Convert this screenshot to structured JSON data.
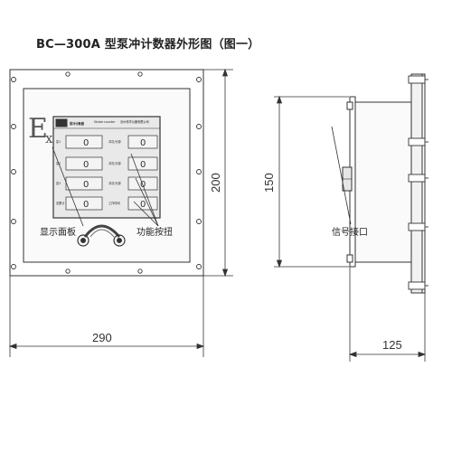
{
  "title": "BC—300A 型泵冲计数器外形图（图一）",
  "dimensions": {
    "front_width": "290",
    "front_height": "200",
    "side_height": "150",
    "side_depth": "125"
  },
  "callouts": {
    "display_panel": "显示面板",
    "function_knob": "功能按扭",
    "signal_port": "信号接口"
  },
  "explosion_mark": {
    "main": "E",
    "sub": "x"
  },
  "panel": {
    "header_left": "泵冲计数器",
    "header_mid": "Stroke counter",
    "header_right": "沧州科学仪器有限公司"
  },
  "display_rows": [
    {
      "left_label": "泵1",
      "left_value": "0",
      "right_label": "冲次/分钟",
      "right_value": "0"
    },
    {
      "left_label": "泵2",
      "left_value": "0",
      "right_label": "冲次/分钟",
      "right_value": "0"
    },
    {
      "left_label": "泵3",
      "left_value": "0",
      "right_label": "冲次/分钟",
      "right_value": "0"
    },
    {
      "left_label": "总累计",
      "left_value": "0",
      "right_label": "工作时间",
      "right_value": "0"
    }
  ],
  "colors": {
    "line": "#333333",
    "panel_fill": "#e9e9e9",
    "display_fill": "#f4f4f4"
  }
}
